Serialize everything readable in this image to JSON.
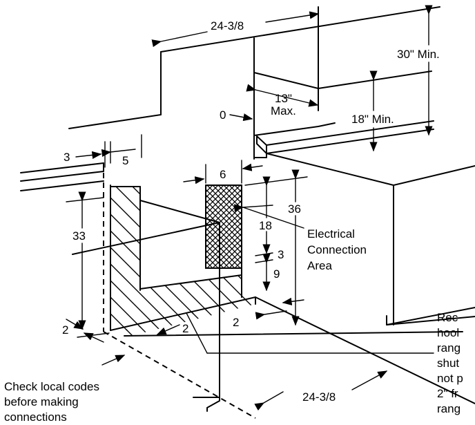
{
  "dimensions": {
    "cabinet_width_top": "24-3/8",
    "cabinet_width_bottom": "24-3/8",
    "clearance_above": "30\" Min.",
    "cabinet_depth_max": "13\"",
    "cabinet_depth_max_suffix": "Max.",
    "wall_cabinet_height": "18\" Min.",
    "zero_clearance": "0",
    "side_offset": "3",
    "side_width": "5",
    "box_width": "6",
    "box_bottom_height": "36",
    "box_height": "18",
    "box_gap": "3",
    "box_above_floor": "9",
    "counter_height": "33",
    "floor_offset_left": "2",
    "floor_offset_mid": "2",
    "floor_offset_right": "2"
  },
  "labels": {
    "electrical_line1": "Electrical",
    "electrical_line2": "Connection",
    "electrical_line3": "Area",
    "check_codes_line1": "Check local codes",
    "check_codes_line2": "before making",
    "check_codes_line3": "connections",
    "rec_line1": "Rec",
    "rec_line2": "hool",
    "rec_line3": "rang",
    "rec_line4": "shut",
    "rec_line5": "not p",
    "rec_line6": "2\" fr",
    "rec_line7": "rang"
  }
}
